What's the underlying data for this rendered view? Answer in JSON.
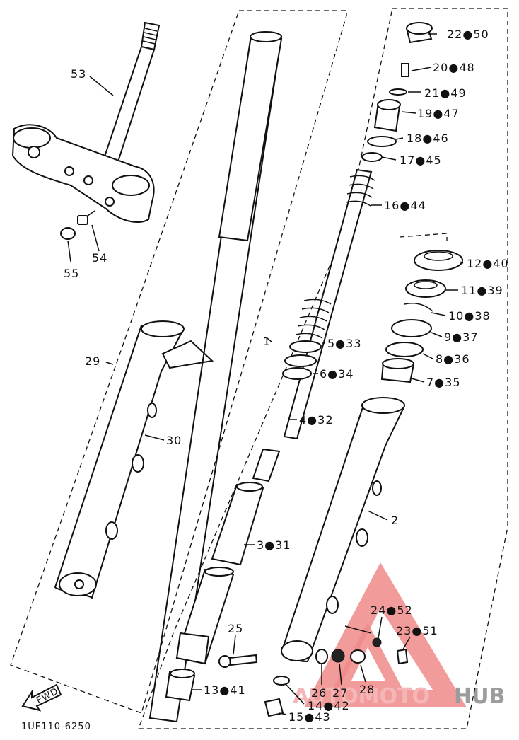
{
  "diagram": {
    "code": "1UF110-6250",
    "fwd_label": "FWD",
    "watermark": {
      "brand_part1": "AUTOMOTO",
      "brand_part2": "HUB",
      "colors": {
        "triangle": "#f08a8a",
        "text_primary": "#f4b6b6",
        "text_secondary": "#9c9c9c"
      }
    },
    "callouts": [
      {
        "id": "53",
        "text": "53"
      },
      {
        "id": "54",
        "text": "54"
      },
      {
        "id": "55",
        "text": "55"
      },
      {
        "id": "29",
        "text": "29"
      },
      {
        "id": "30",
        "text": "30"
      },
      {
        "id": "1",
        "text": "1"
      },
      {
        "id": "2",
        "text": "2"
      },
      {
        "id": "22_50",
        "text": "22●50"
      },
      {
        "id": "20_48",
        "text": "20●48"
      },
      {
        "id": "21_49",
        "text": "21●49"
      },
      {
        "id": "19_47",
        "text": "19●47"
      },
      {
        "id": "18_46",
        "text": "18●46"
      },
      {
        "id": "17_45",
        "text": "17●45"
      },
      {
        "id": "16_44",
        "text": "16●44"
      },
      {
        "id": "12_40",
        "text": "12●40"
      },
      {
        "id": "11_39",
        "text": "11●39"
      },
      {
        "id": "10_38",
        "text": "10●38"
      },
      {
        "id": "9_37",
        "text": "9●37"
      },
      {
        "id": "8_36",
        "text": "8●36"
      },
      {
        "id": "7_35",
        "text": "7●35"
      },
      {
        "id": "5_33",
        "text": "5●33"
      },
      {
        "id": "6_34",
        "text": "6●34"
      },
      {
        "id": "4_32",
        "text": "4●32"
      },
      {
        "id": "3_31",
        "text": "3●31"
      },
      {
        "id": "25",
        "text": "25"
      },
      {
        "id": "13_41",
        "text": "13●41"
      },
      {
        "id": "24_52",
        "text": "24●52"
      },
      {
        "id": "23_51",
        "text": "23●51"
      },
      {
        "id": "26",
        "text": "26"
      },
      {
        "id": "27",
        "text": "27"
      },
      {
        "id": "28",
        "text": "28"
      },
      {
        "id": "14_42",
        "text": "14●42"
      },
      {
        "id": "15_43",
        "text": "15●43"
      }
    ]
  }
}
